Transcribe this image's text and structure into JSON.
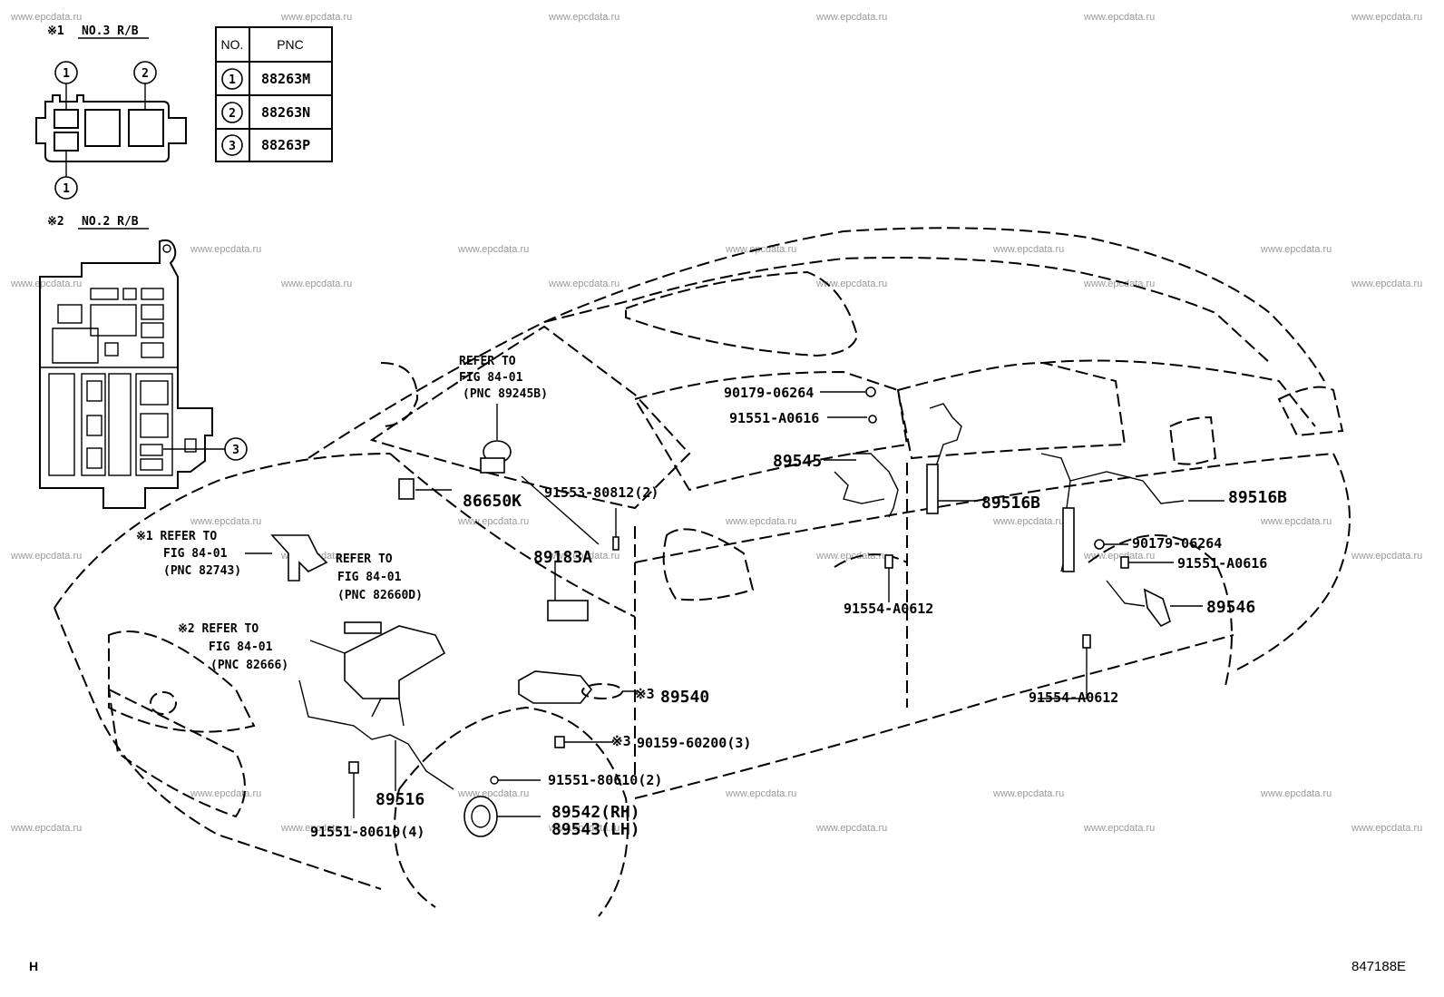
{
  "watermark": "www.epcdata.ru",
  "inset1": {
    "marker": "※1",
    "title": "NO.3 R/B",
    "circle_labels": [
      "1",
      "2",
      "1"
    ]
  },
  "inset2": {
    "marker": "※2",
    "title": "NO.2 R/B",
    "circle_label": "3"
  },
  "pnc_table": {
    "headers": [
      "NO.",
      "PNC"
    ],
    "rows": [
      {
        "no": "1",
        "pnc": "88263M"
      },
      {
        "no": "2",
        "pnc": "88263N"
      },
      {
        "no": "3",
        "pnc": "88263P"
      }
    ]
  },
  "refs": {
    "ref1": [
      "REFER TO",
      "FIG 84-01",
      "(PNC 89245B)"
    ],
    "ref2": [
      "※1 REFER TO",
      "FIG 84-01",
      "(PNC 82743)"
    ],
    "ref3": [
      "REFER TO",
      "FIG 84-01",
      "(PNC 82660D)"
    ],
    "ref4": [
      "※2 REFER TO",
      "FIG 84-01",
      "(PNC 82666)"
    ]
  },
  "callouts": {
    "c86650K": "86650K",
    "c91553": "91553-80812(2)",
    "c89183A": "89183A",
    "c90179_1": "90179-06264",
    "c91551_A1": "91551-A0616",
    "c89545": "89545",
    "c89516B_1": "89516B",
    "c91554_1": "91554-A0612",
    "c89516B_2": "89516B",
    "c90179_2": "90179-06264",
    "c91551_A2": "91551-A0616",
    "c89546": "89546",
    "c91554_2": "91554-A0612",
    "mark3a": "※3",
    "c89540": "89540",
    "mark3b": "※3",
    "c90159": "90159-60200(3)",
    "c91551_2": "91551-80610(2)",
    "c89516": "89516",
    "c89542": "89542(RH)",
    "c89543": "89543(LH)",
    "c91551_4": "91551-80610(4)"
  },
  "footer": {
    "left": "H",
    "right": "847188E"
  }
}
